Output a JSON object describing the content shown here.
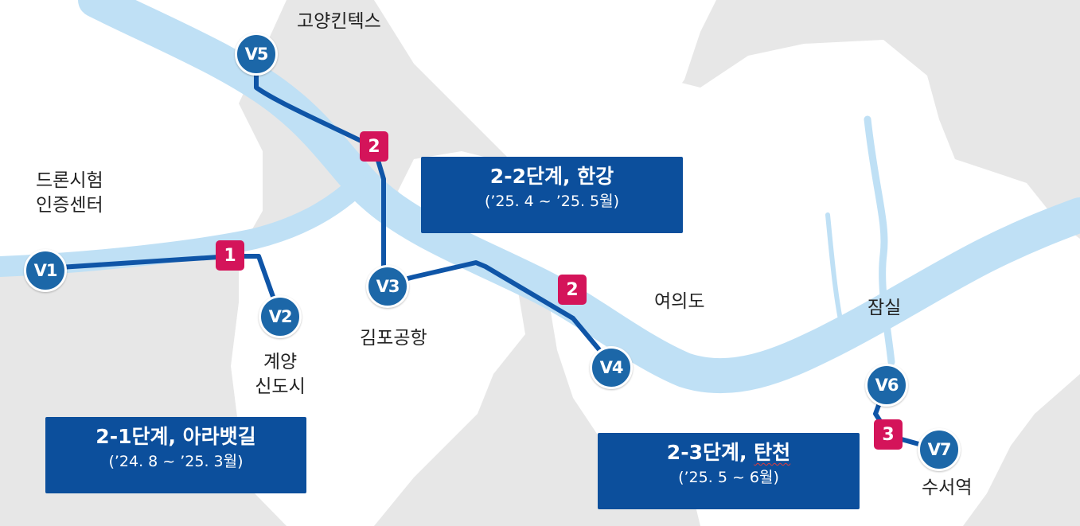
{
  "colors": {
    "background": "#e7e7e7",
    "land": "#ffffff",
    "river": "#bfe0f5",
    "route": "#0f55a7",
    "station": "#1c67a8",
    "stage_marker": "#d4145a",
    "phase_box": "#0c4f9c"
  },
  "stations": [
    {
      "id": "V1",
      "label": "V1"
    },
    {
      "id": "V2",
      "label": "V2"
    },
    {
      "id": "V3",
      "label": "V3"
    },
    {
      "id": "V4",
      "label": "V4"
    },
    {
      "id": "V5",
      "label": "V5"
    },
    {
      "id": "V6",
      "label": "V6"
    },
    {
      "id": "V7",
      "label": "V7"
    }
  ],
  "stage_markers": [
    "1",
    "2",
    "2",
    "3"
  ],
  "places": {
    "goyang_kintex": "고양킨텍스",
    "drone_center_line1": "드론시험",
    "drone_center_line2": "인증센터",
    "gyeyang_line1": "계양",
    "gyeyang_line2": "신도시",
    "gimpo_airport": "김포공항",
    "yeouido": "여의도",
    "jamsil": "잠실",
    "suseo_station": "수서역"
  },
  "phases": [
    {
      "title_prefix": "2-1단계, ",
      "title_place": "아라뱃길",
      "period": "(’24. 8 ~ ’25. 3월)"
    },
    {
      "title_prefix": "2-2단계, ",
      "title_place": "한강",
      "period": "(’25. 4 ~ ’25. 5월)"
    },
    {
      "title_prefix": "2-3단계, ",
      "title_place": "탄천",
      "period": "(’25. 5 ~ 6월)"
    }
  ]
}
